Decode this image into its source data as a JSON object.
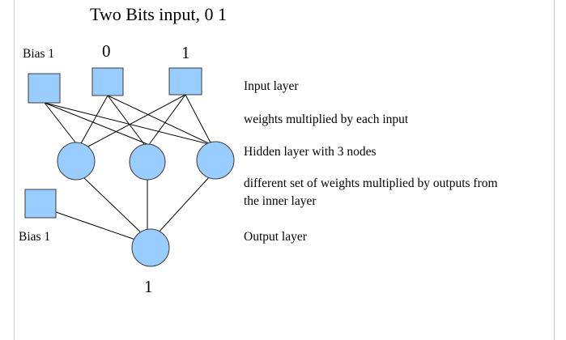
{
  "title": "Two Bits input, 0 1",
  "input_nodes": [
    {
      "label": "Bias 1"
    },
    {
      "label": "0"
    },
    {
      "label": "1"
    }
  ],
  "hidden_bias_label": "Bias 1",
  "output_value": "1",
  "descriptions": {
    "input_layer": "Input layer",
    "weights_1": "weights multiplied by each input",
    "hidden_layer": "Hidden layer with 3 nodes",
    "weights_2_line1": "different set of weights multiplied by outputs from",
    "weights_2_line2": "the inner layer",
    "output_layer": "Output layer"
  },
  "colors": {
    "node_fill": "#99ccff",
    "node_stroke": "#3c3c3c",
    "edge": "#000000"
  }
}
